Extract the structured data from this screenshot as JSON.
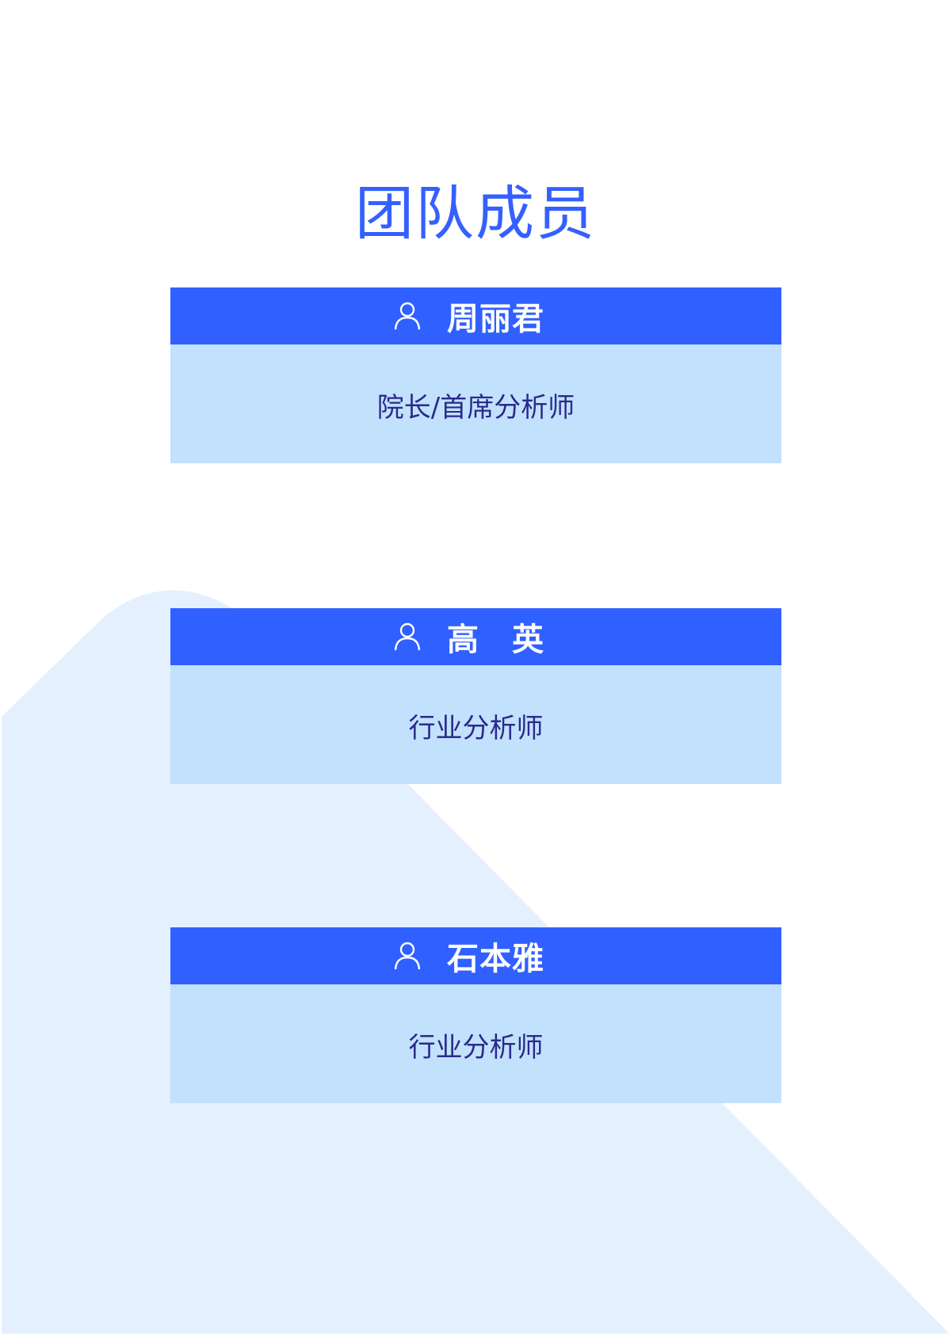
{
  "page": {
    "title": "团队成员"
  },
  "members": [
    {
      "name": "周丽君",
      "role": "院长/首席分析师",
      "icon": "user-icon"
    },
    {
      "name": "高　英",
      "role": "行业分析师",
      "icon": "user-icon"
    },
    {
      "name": "石本雅",
      "role": "行业分析师",
      "icon": "user-icon"
    }
  ],
  "colors": {
    "title": "#3560ff",
    "header_bg": "#3060ff",
    "body_bg": "#c2e1fd",
    "role_text": "#2b2a8c",
    "background_shape": "#e4f0fe"
  }
}
